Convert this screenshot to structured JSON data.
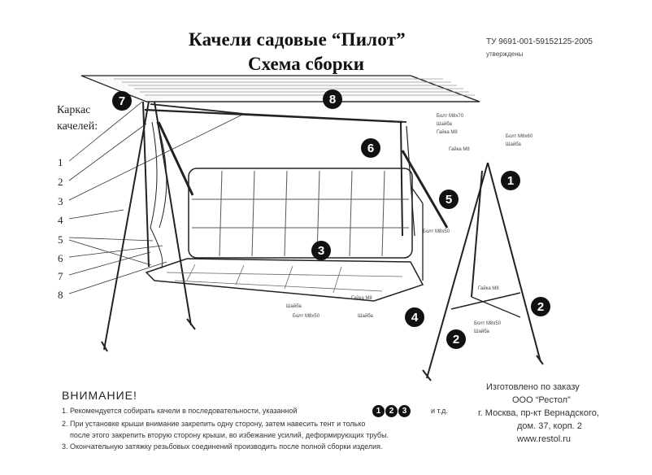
{
  "header": {
    "title": "Качели садовые “Пилот”",
    "subtitle": "Схема сборки",
    "tu_code": "ТУ 9691-001-59152125-2005",
    "tu_code_sub": "утверждены"
  },
  "frame_label": {
    "line1": "Каркас",
    "line2": "качелей:",
    "items": [
      "1",
      "2",
      "3",
      "4",
      "5",
      "6",
      "7",
      "8"
    ]
  },
  "callouts": [
    "7",
    "8",
    "6",
    "5",
    "1",
    "3",
    "4",
    "2",
    "2"
  ],
  "small_labels": [
    "Болт М8х70",
    "Шайба",
    "Гайка М8",
    "Болт М8х60",
    "Шайба",
    "Гайка М8",
    "Болт М8х50",
    "Шайба",
    "Болт М8х50",
    "Шайба",
    "Гайка М8",
    "Болт М8х50",
    "Шайба",
    "Гайка М8"
  ],
  "warning": {
    "title": "ВНИМАНИЕ!",
    "line1": "1. Рекомендуется собирать качели в последовательности, указанной",
    "bubbles": [
      "1",
      "2",
      "3"
    ],
    "line1_tail": "и т.д.",
    "line2": "2. При установке крыши внимание закрепить одну сторону, затем навесить тент и только",
    "line2b": "после этого закрепить вторую сторону крыши, во избежание усилий, деформирующих трубы.",
    "line3": "3. Окончательную затяжку резьбовых соединений производить после полной сборки изделия."
  },
  "maker": {
    "line1": "Изготовлено по заказу",
    "line2": "ООО “Рестол”",
    "line3": "г. Москва, пр-кт Вернадского,",
    "line4": "дом. 37, корп. 2",
    "line5": "www.restol.ru"
  }
}
